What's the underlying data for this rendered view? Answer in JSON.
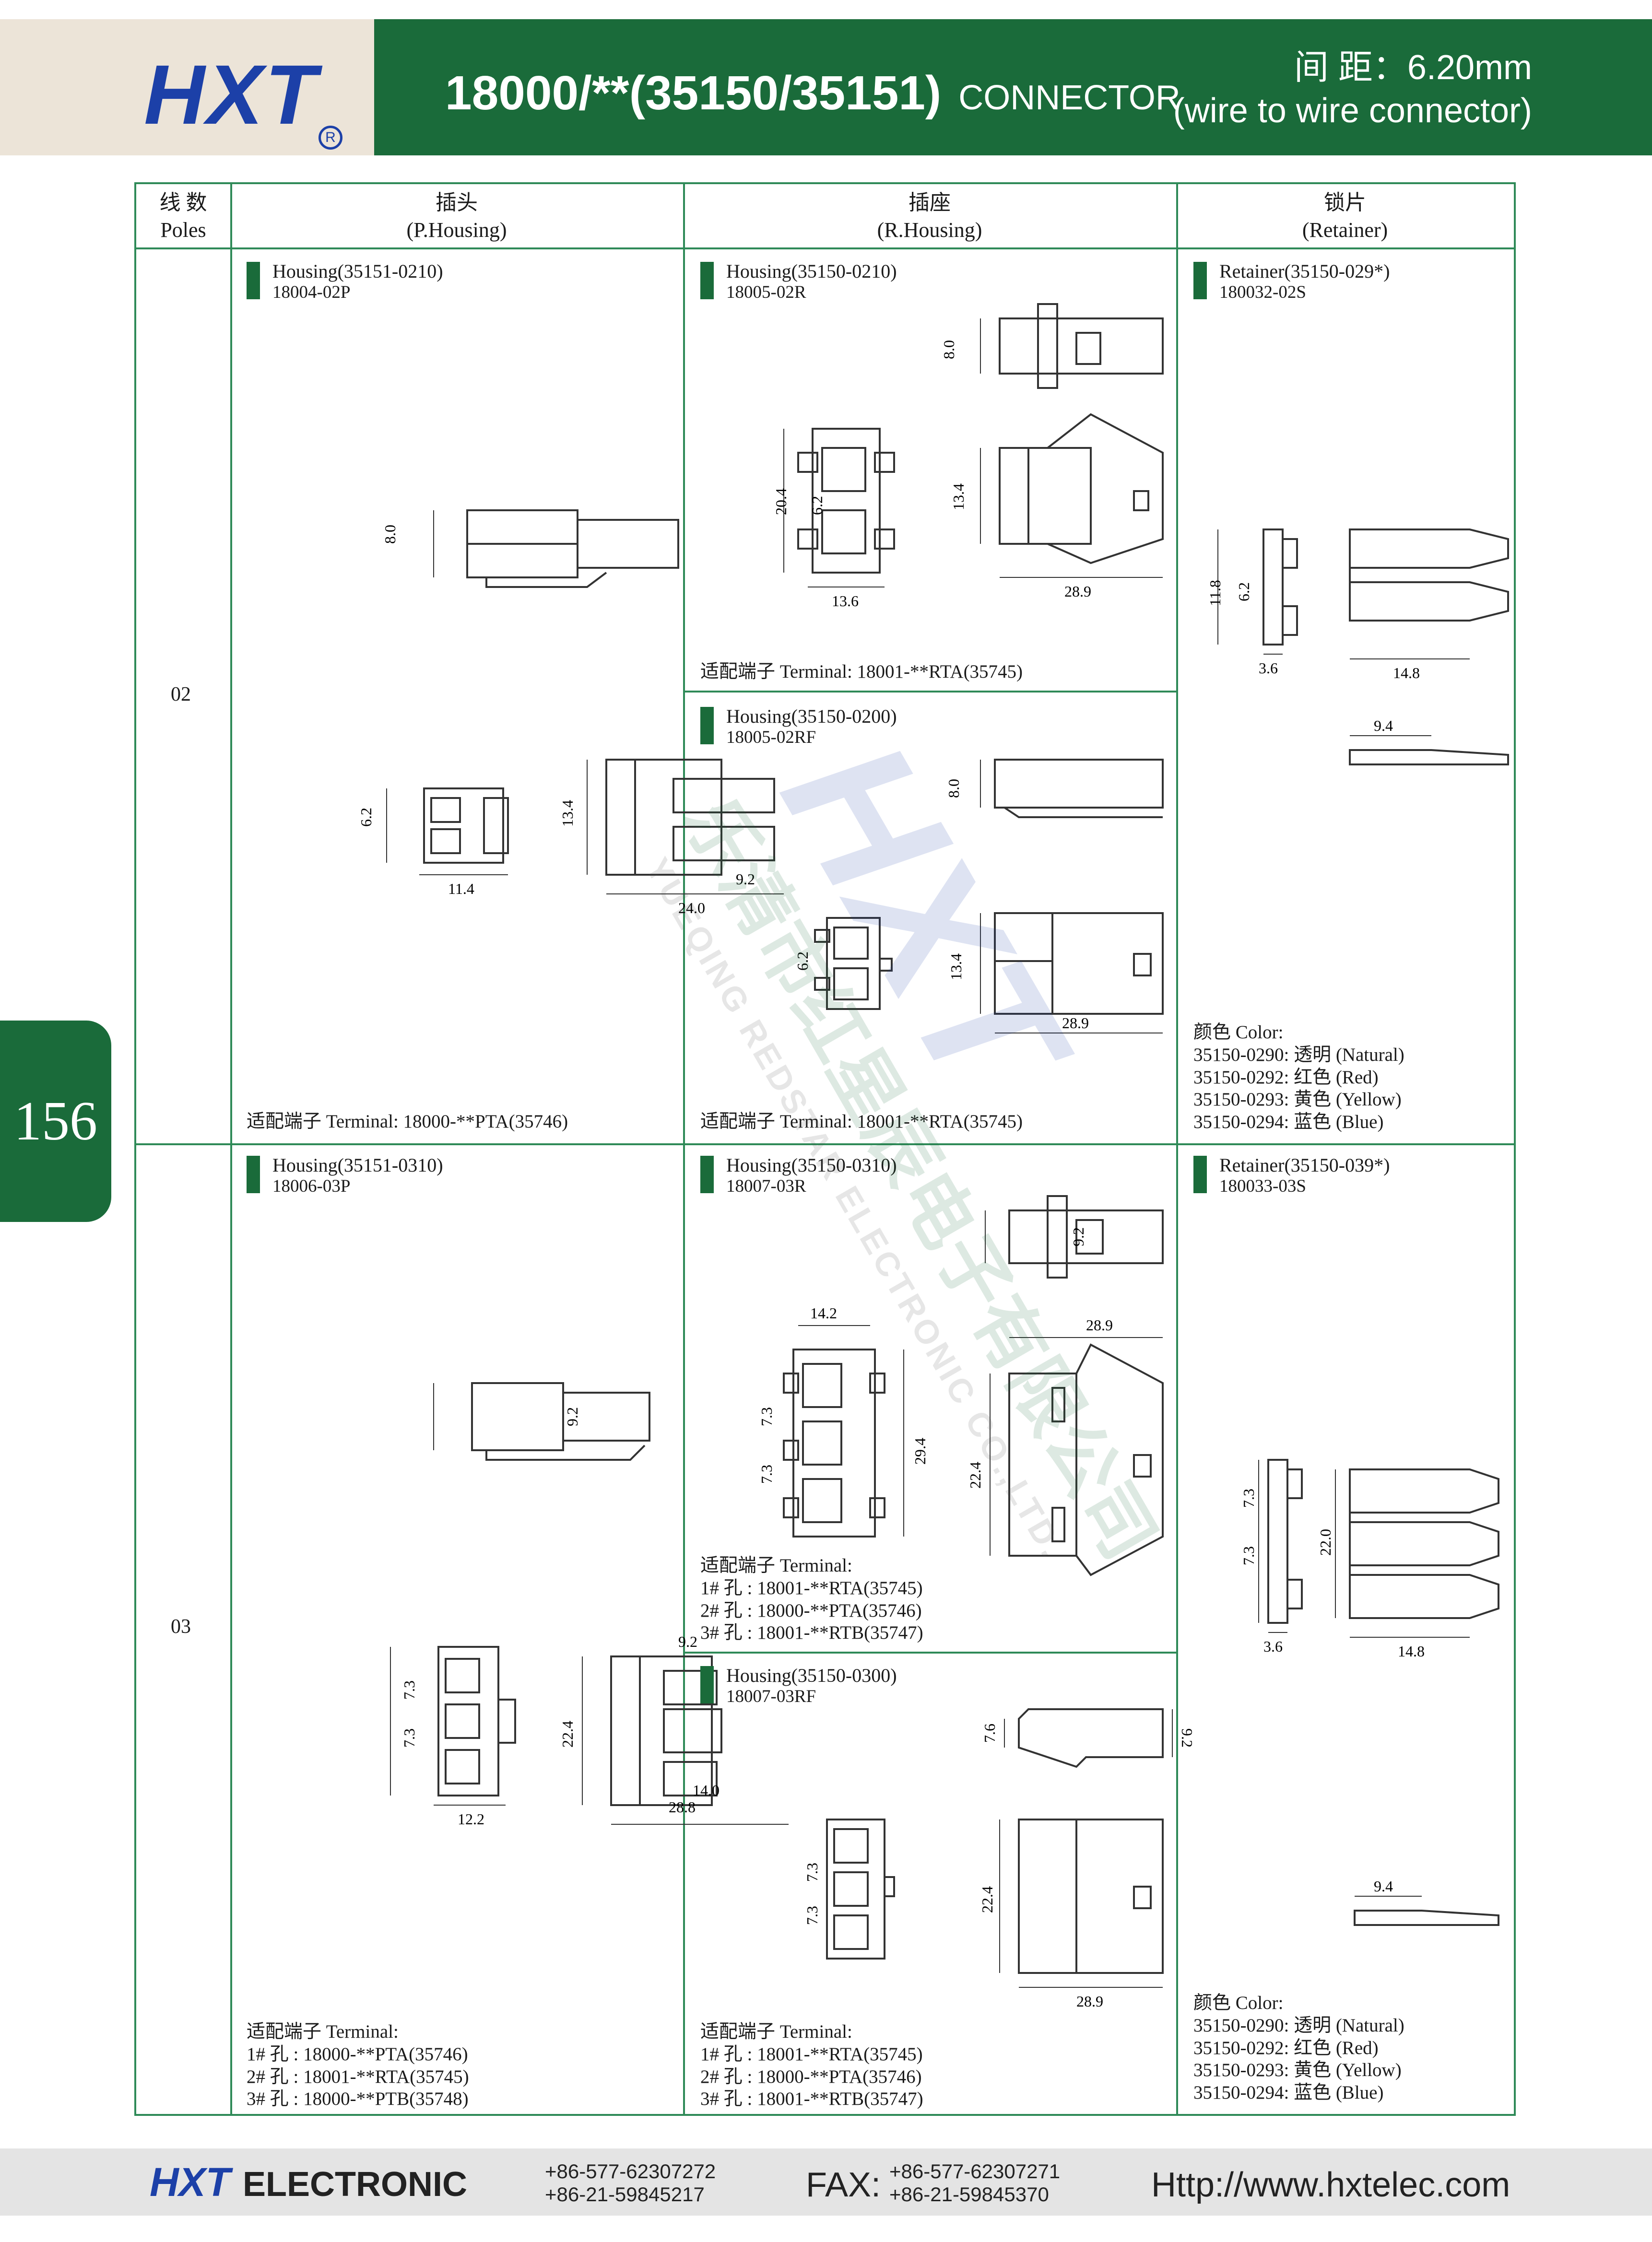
{
  "header": {
    "logo": "HXT",
    "logo_registered": "R",
    "part_number": "18000/**(35150/35151)",
    "part_word": "CONNECTOR",
    "pitch_line": "间    距：6.20mm",
    "pitch_sub": "(wire to wire connector)"
  },
  "page_number": "156",
  "table": {
    "headers": [
      {
        "cn": "线 数",
        "en": "Poles"
      },
      {
        "cn": "插头",
        "en": "(P.Housing)"
      },
      {
        "cn": "插座",
        "en": "(R.Housing)"
      },
      {
        "cn": "锁片",
        "en": "(Retainer)"
      }
    ],
    "rows": [
      {
        "poles": "02",
        "p_housing": {
          "title": "Housing(35151-0210)",
          "code": "18004-02P",
          "dims": {
            "h_top": "8.0",
            "h_front": "13.4",
            "w_front": "11.4",
            "pitch": "6.2",
            "len": "24.0",
            "tail": "9.2"
          },
          "terminal": "适配端子 Terminal: 18000-**PTA(35746)"
        },
        "r_housing_a": {
          "title": "Housing(35150-0210)",
          "code": "18005-02R",
          "dims": {
            "h_top": "8.0",
            "h_front": "20.4",
            "pitch": "6.2",
            "w_front": "13.6",
            "h_side": "13.4",
            "len": "28.9"
          },
          "terminal": "适配端子 Terminal: 18001-**RTA(35745)"
        },
        "r_housing_b": {
          "title": "Housing(35150-0200)",
          "code": "18005-02RF",
          "dims": {
            "h_top": "8.0",
            "pitch": "6.2",
            "h_side": "13.4",
            "len": "28.9"
          },
          "terminal": "适配端子 Terminal: 18001-**RTA(35745)"
        },
        "retainer": {
          "title": "Retainer(35150-029*)",
          "code": "180032-02S",
          "dims": {
            "h": "11.8",
            "pitch": "6.2",
            "w": "3.6",
            "len": "14.8",
            "thk": "9.4"
          },
          "colors": [
            "颜色 Color:",
            "35150-0290: 透明 (Natural)",
            "35150-0292: 红色 (Red)",
            "35150-0293: 黄色 (Yellow)",
            "35150-0294: 蓝色 (Blue)"
          ]
        }
      },
      {
        "poles": "03",
        "p_housing": {
          "title": "Housing(35151-0310)",
          "code": "18006-03P",
          "dims": {
            "h_top": "9.2",
            "p1": "7.3",
            "p2": "7.3",
            "w_front": "12.2",
            "h_front": "22.4",
            "tail": "9.2",
            "len1": "14.0",
            "len2": "28.8"
          },
          "terminal": [
            "适配端子 Terminal:",
            "1# 孔 : 18000-**PTA(35746)",
            "2# 孔 : 18001-**RTA(35745)",
            "3# 孔 : 18000-**PTB(35748)"
          ]
        },
        "r_housing_a": {
          "title": "Housing(35150-0310)",
          "code": "18007-03R",
          "dims": {
            "h_top": "9.2",
            "w_top": "14.2",
            "p1": "7.3",
            "p2": "7.3",
            "h_front": "29.4",
            "h_side": "22.4",
            "len": "28.9"
          },
          "terminal": [
            "适配端子 Terminal:",
            "1# 孔 : 18001-**RTA(35745)",
            "2# 孔 : 18000-**PTA(35746)",
            "3# 孔 : 18001-**RTB(35747)"
          ]
        },
        "r_housing_b": {
          "title": "Housing(35150-0300)",
          "code": "18007-03RF",
          "dims": {
            "h_top": "7.6",
            "h_right": "9.2",
            "p1": "7.3",
            "p2": "7.3",
            "h_side": "22.4",
            "len": "28.9"
          },
          "terminal": [
            "适配端子 Terminal:",
            "1# 孔 : 18001-**RTA(35745)",
            "2# 孔 : 18000-**PTA(35746)",
            "3# 孔 : 18001-**RTB(35747)"
          ]
        },
        "retainer": {
          "title": "Retainer(35150-039*)",
          "code": "180033-03S",
          "dims": {
            "p1": "7.3",
            "p2": "7.3",
            "w": "3.6",
            "h": "22.0",
            "len": "14.8",
            "thk": "9.4"
          },
          "colors": [
            "颜色 Color:",
            "35150-0290: 透明 (Natural)",
            "35150-0292: 红色 (Red)",
            "35150-0293: 黄色 (Yellow)",
            "35150-0294: 蓝色 (Blue)"
          ]
        }
      }
    ]
  },
  "watermark": {
    "logo": "HXT",
    "company_cn": "乐清市红星辰电子有限公司",
    "company_en": "YUEQING REDSTAR ELECTRONIC CO.,LTD."
  },
  "footer": {
    "brand": "HXT",
    "brand_word": "ELECTRONIC",
    "tel_1": "+86-577-62307272",
    "tel_2": "+86-21-59845217",
    "fax_label": "FAX:",
    "fax_1": "+86-577-62307271",
    "fax_2": "+86-21-59845370",
    "url": "Http://www.hxtelec.com"
  },
  "colors": {
    "brand_green": "#1a6b3a",
    "table_line": "#2f8a58",
    "logo_blue": "#1c40a8",
    "header_beige": "#ece4d8",
    "footer_grey": "#e4e4e4"
  }
}
